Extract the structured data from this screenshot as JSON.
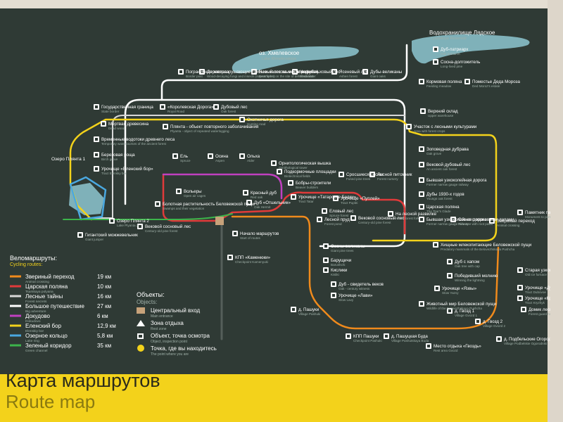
{
  "title": {
    "ru": "Карта маршрутов",
    "en": "Route map"
  },
  "legend": {
    "heading_ru": "Веломаршруты:",
    "heading_en": "Cycling routes:",
    "routes": [
      {
        "ru": "Звериный переход",
        "en": "Animal crossing",
        "km": "19 км",
        "color": "#f08a1c"
      },
      {
        "ru": "Царская поляна",
        "en": "Tsarskaya polyana",
        "km": "10 км",
        "color": "#e03a3a"
      },
      {
        "ru": "Лесные тайны",
        "en": "Forest secrets",
        "km": "16 км",
        "color": "#d8d8d8"
      },
      {
        "ru": "Большое путешествие",
        "en": "Big adventure",
        "km": "27 км",
        "color": "#ffffff"
      },
      {
        "ru": "Докудово",
        "en": "Dokudovo",
        "km": "6 км",
        "color": "#c040c0"
      },
      {
        "ru": "Еленский бор",
        "en": "Elenskiy bor",
        "km": "12,9 км",
        "color": "#f3d21b"
      },
      {
        "ru": "Озерное кольцо",
        "en": "Lake ring",
        "km": "5,8 км",
        "color": "#4aa8e0"
      },
      {
        "ru": "Зеленый коридор",
        "en": "Green channel",
        "km": "35 км",
        "color": "#3cb44b"
      }
    ]
  },
  "objects": {
    "heading_ru": "Объекты:",
    "heading_en": "Objects:",
    "items": [
      {
        "ru": "Центральный вход",
        "en": "Main entrance"
      },
      {
        "ru": "Зона отдыха",
        "en": "Rest zone"
      },
      {
        "ru": "Объект, точка осмотра",
        "en": "Object, inspection point"
      },
      {
        "ru": "Точка, где вы находитесь",
        "en": "The point where you are"
      }
    ]
  },
  "lakes": [
    {
      "ru": "Водохранилище Лядское",
      "en": "Lyadskoye Reservoir"
    },
    {
      "ru": "оз. Хмелевское",
      "en": "Lake Khmelevskoye"
    },
    {
      "ru": "Озеро Плянта 1",
      "en": "Lake Plyanta 1"
    }
  ],
  "stops": [
    {
      "ru": "Пограничная застава",
      "en": "Border post"
    },
    {
      "ru": "Дереворазрушающие грибы и насекомые (сапрофиты)",
      "en": "Wood-decaying fungi and insects (saprotrophs)"
    },
    {
      "ru": "Новый лес на месте вырубок",
      "en": "New forest on the site of deforestation"
    },
    {
      "ru": "Черноольховый лес",
      "en": "Black alder"
    },
    {
      "ru": "Ясеневый лес",
      "en": "Ashen forest"
    },
    {
      "ru": "Дубы-великаны",
      "en": "Giant oaks"
    },
    {
      "ru": "Дуб-патриарх",
      "en": "Oak patriarch"
    },
    {
      "ru": "Сосна-долгожитель",
      "en": "Long-lived pine"
    },
    {
      "ru": "Кормовая поляна",
      "en": "Feeding meadow"
    },
    {
      "ru": "Поместье Деда Мороза",
      "en": "Ded Moroz's estate"
    },
    {
      "ru": "Государственная граница",
      "en": "State border"
    },
    {
      "ru": "«Королевская Дорога»",
      "en": "Royal Road"
    },
    {
      "ru": "Дубовый лес",
      "en": "Oak forest"
    },
    {
      "ru": "Охотничья дорога",
      "en": "Hunting road"
    },
    {
      "ru": "Верхний склад",
      "en": "Upper warehouse"
    },
    {
      "ru": "Участок с лесными культурами",
      "en": "Area with forest crops"
    },
    {
      "ru": "Мертвая древесина",
      "en": "Dead wood"
    },
    {
      "ru": "Временные водотоки древнего леса",
      "en": "Temporary watercourses of the ancient forest"
    },
    {
      "ru": "Березовая роща",
      "en": "Birch grove"
    },
    {
      "ru": "Урочище «Еленский бор»",
      "en": "Tract Elensky bor"
    },
    {
      "ru": "Плянта - объект повторного заболачивания",
      "en": "Plyanta - object of repeated waterlogging"
    },
    {
      "ru": "Ель",
      "en": "Spruce"
    },
    {
      "ru": "Осина",
      "en": "Aspen"
    },
    {
      "ru": "Ольха",
      "en": "Alder"
    },
    {
      "ru": "Орнитологическая вышка",
      "en": "Ornithological tower"
    },
    {
      "ru": "Подкормочные площадки",
      "en": "Biotechnical fields"
    },
    {
      "ru": "Бобры-строители",
      "en": "Beaver builders"
    },
    {
      "ru": "Сросшиеся сосны",
      "en": "Fused pine trees"
    },
    {
      "ru": "Лесной питомник",
      "en": "Forest nursery"
    },
    {
      "ru": "Зоповедная дубрава",
      "en": "Oak grove"
    },
    {
      "ru": "Вековой дубовый лес",
      "en": "An ancient oak forest"
    },
    {
      "ru": "Бывшая узкоколейная дорога",
      "en": "Former narrow gauge railway"
    },
    {
      "ru": "Дубы 1930-х годов",
      "en": "Youngs oak forest"
    },
    {
      "ru": "Царская поляна",
      "en": "The Tsar's Glade"
    },
    {
      "ru": "Озеро Плянта 2",
      "en": "Lake Plyanta 2"
    },
    {
      "ru": "Гигантский можжевельник",
      "en": "Giant juniper"
    },
    {
      "ru": "Болотная растительность Беловежской пущи",
      "en": "Swamps and their vegetation"
    },
    {
      "ru": "Вольеры",
      "en": "Open air cages"
    },
    {
      "ru": "Красный дуб",
      "en": "Red oak"
    },
    {
      "ru": "Дуб «Отшельник»",
      "en": "Oak Hermit"
    },
    {
      "ru": "Урочище «Татарские Белки»",
      "en": "Tract Tatar"
    },
    {
      "ru": "Урочище «Пуплей»",
      "en": "Tract Puplei"
    },
    {
      "ru": "Еловый лес",
      "en": "Spruce forest"
    },
    {
      "ru": "Лесной пруд",
      "en": "Forest pond"
    },
    {
      "ru": "Вековой сосновый лес",
      "en": "Century-old pine forest"
    },
    {
      "ru": "На лесной развилке",
      "en": "At the forest fork"
    },
    {
      "ru": "Бывшая узкоколейная дорога",
      "en": "Former narrow gauge railway"
    },
    {
      "ru": "Сосна с корневыми лапами",
      "en": "Pine tree with root paws"
    },
    {
      "ru": "Звериный переход",
      "en": "Animal crossing"
    },
    {
      "ru": "Начало маршрутов",
      "en": "Start of routes"
    },
    {
      "ru": "Вековой сосновый лес",
      "en": "Century-old pine forest"
    },
    {
      "ru": "КПП «Каменюки»",
      "en": "Checkpoint Kamenyuki"
    },
    {
      "ru": "Сосны-великаны",
      "en": "Giant pine trees"
    },
    {
      "ru": "Барущичи",
      "en": "Barushchi"
    },
    {
      "ru": "Кислики",
      "en": "Kisliki"
    },
    {
      "ru": "Дуб - свидетель веков",
      "en": "Oak - century witness"
    },
    {
      "ru": "Урочище «Лави»",
      "en": "Stow Lavy"
    },
    {
      "ru": "Хищные млекопитающие Беловежской пущи",
      "en": "Predatory mammals of the Belovezhskaya Pushcha"
    },
    {
      "ru": "Дуб с хапом",
      "en": "Oak tree with cap"
    },
    {
      "ru": "Победивший молнию",
      "en": "Winning the lightning"
    },
    {
      "ru": "Урочище «Язвы»",
      "en": "Stow Yazvy"
    },
    {
      "ru": "Животный мир Беловежской пущи",
      "en": "Wildlife of the Belovezhskaya Pushcha"
    },
    {
      "ru": "Памятник партизанам-ковпаковцам",
      "en": "Monument to partisans of Kovpak squad"
    },
    {
      "ru": "Старая узкоколейная линия",
      "en": "Old ice furnace"
    },
    {
      "ru": "Урочище «Дубовое»",
      "en": "Tract Dubovoe"
    },
    {
      "ru": "Урочище «Крыжик»",
      "en": "Tract Kryzhyk"
    },
    {
      "ru": "Домик лесной стражи",
      "en": "Forest guard house"
    },
    {
      "ru": "д. Пашуки",
      "en": "Village Pashuki"
    },
    {
      "ru": "КПП Пашуки",
      "en": "Checkpoint Pashuki"
    },
    {
      "ru": "д. Пашуцкая Буда",
      "en": "Village Pashutskaya Buda"
    },
    {
      "ru": "д. Гвозд 1",
      "en": "Village Gvozd 1"
    },
    {
      "ru": "д. Гвозд 2",
      "en": "Village Gvozd 2"
    },
    {
      "ru": "Место отдыха «Гвоздь»",
      "en": "Rest area Gvozd"
    },
    {
      "ru": "д. Подбельские Огородники",
      "en": "Village Podbelskie Ogorodniki"
    }
  ]
}
